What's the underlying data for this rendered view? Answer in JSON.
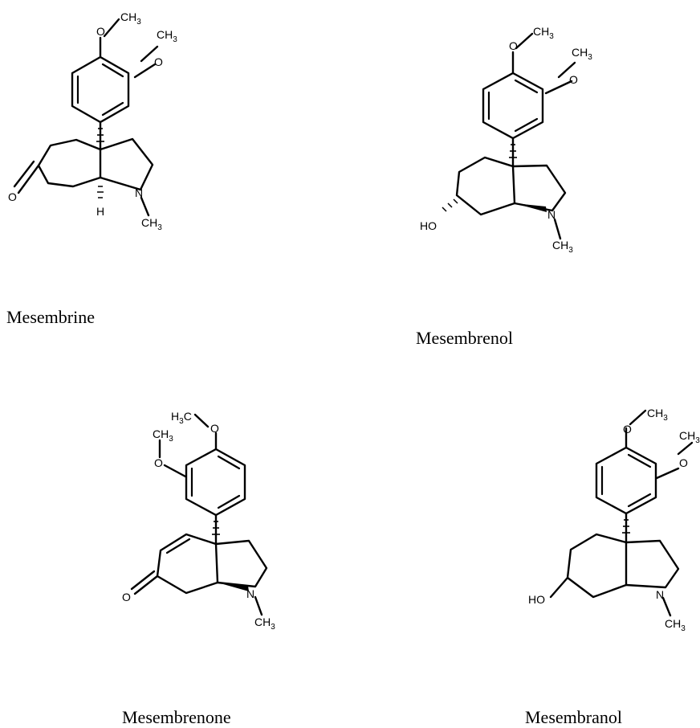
{
  "molecules": {
    "mesembrine": {
      "name": "Mesembrine",
      "atoms": {
        "o_meo1": "O",
        "ch3_meo1": "CH3",
        "o_meo2": "O",
        "ch3_meo2": "CH3",
        "o_ketone": "O",
        "n": "N",
        "ch3_n": "CH3",
        "h": "H"
      }
    },
    "mesembrenol": {
      "name": "Mesembrenol",
      "atoms": {
        "o_meo1": "O",
        "ch3_meo1": "CH3",
        "o_meo2": "O",
        "ch3_meo2": "CH3",
        "ho": "HO",
        "n": "N",
        "ch3_n": "CH3"
      }
    },
    "mesembrenone": {
      "name": "Mesembrenone",
      "atoms": {
        "h3c": "H3C",
        "o_meo1": "O",
        "ch3_meo2": "CH3",
        "o_meo2": "O",
        "o_ketone": "O",
        "n": "N",
        "ch3_n": "CH3"
      }
    },
    "mesembranol": {
      "name": "Mesembranol",
      "atoms": {
        "o_meo1": "O",
        "ch3_meo1": "CH3",
        "o_meo2": "O",
        "ch3_meo2": "CH3",
        "ho": "HO",
        "n": "N",
        "ch3_n": "CH3"
      }
    }
  }
}
